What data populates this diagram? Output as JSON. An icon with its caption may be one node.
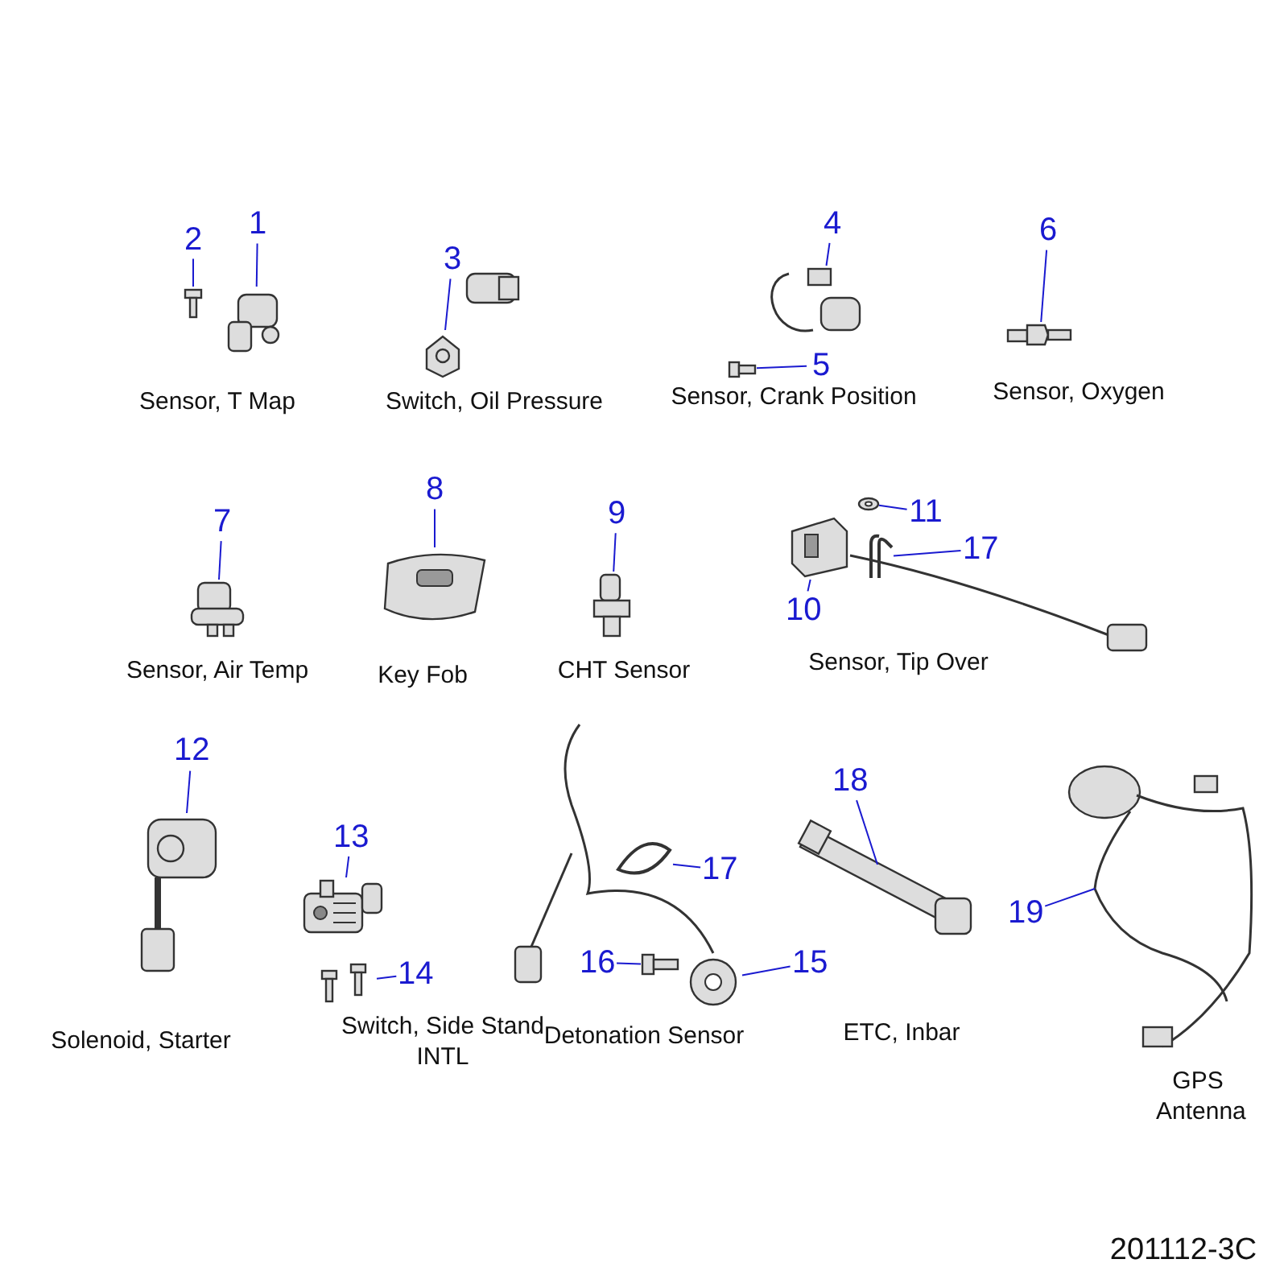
{
  "diagram": {
    "nodes": [
      {
        "text": [
          "2"
        ]
      },
      {
        "text": [],
        "shape": "picture"
      },
      {
        "text": [
          "1"
        ]
      },
      {
        "text": [],
        "shape": "picture"
      },
      {
        "text": [
          "3"
        ]
      },
      {
        "text": [],
        "shape": "picture"
      },
      {
        "text": [
          "4"
        ]
      },
      {
        "text": [],
        "shape": "picture"
      },
      {
        "text": [
          "5"
        ]
      },
      {
        "text": [],
        "shape": "picture"
      },
      {
        "text": [
          "6"
        ]
      },
      {
        "text": [],
        "shape": "picture"
      },
      {
        "text": [
          "7"
        ]
      },
      {
        "text": [],
        "shape": "picture"
      },
      {
        "text": [
          "8"
        ]
      },
      {
        "text": [],
        "shape": "picture"
      },
      {
        "text": [
          "9"
        ]
      },
      {
        "text": [],
        "shape": "picture"
      },
      {
        "text": [
          "11"
        ]
      },
      {
        "text": [],
        "shape": "picture"
      },
      {
        "text": [
          "17"
        ]
      },
      {
        "text": [],
        "shape": "picture"
      },
      {
        "text": [
          "10"
        ]
      },
      {
        "text": [],
        "shape": "picture"
      },
      {
        "text": [
          "12"
        ]
      },
      {
        "text": [],
        "shape": "picture"
      },
      {
        "text": [
          "13"
        ]
      },
      {
        "text": [],
        "shape": "picture"
      },
      {
        "text": [
          "14"
        ]
      },
      {
        "text": [],
        "shape": "picture"
      },
      {
        "text": [
          "17"
        ]
      },
      {
        "text": [],
        "shape": "picture"
      },
      {
        "text": [
          "16"
        ]
      },
      {
        "text": [],
        "shape": "picture"
      },
      {
        "text": [
          "15"
        ]
      },
      {
        "text": [],
        "shape": "picture"
      },
      {
        "text": [
          "18"
        ]
      },
      {
        "text": [],
        "shape": "picture"
      },
      {
        "text": [
          "19"
        ]
      },
      {
        "text": [],
        "shape": "picture"
      }
    ],
    "edges": [
      {
        "from": 0,
        "to": 1,
        "arrow": "none"
      },
      {
        "from": 2,
        "to": 3,
        "arrow": "none"
      },
      {
        "from": 4,
        "to": 5,
        "arrow": "none"
      },
      {
        "from": 6,
        "to": 7,
        "arrow": "none"
      },
      {
        "from": 8,
        "to": 9,
        "arrow": "none"
      },
      {
        "from": 10,
        "to": 11,
        "arrow": "none"
      },
      {
        "from": 12,
        "to": 13,
        "arrow": "none"
      },
      {
        "from": 14,
        "to": 15,
        "arrow": "none"
      },
      {
        "from": 16,
        "to": 17,
        "arrow": "none"
      },
      {
        "from": 18,
        "to": 19,
        "arrow": "none"
      },
      {
        "from": 20,
        "to": 21,
        "arrow": "none"
      },
      {
        "from": 22,
        "to": 23,
        "arrow": "none"
      },
      {
        "from": 24,
        "to": 25,
        "arrow": "none"
      },
      {
        "from": 26,
        "to": 27,
        "arrow": "none"
      },
      {
        "from": 28,
        "to": 29,
        "arrow": "none"
      },
      {
        "from": 30,
        "to": 31,
        "arrow": "none"
      },
      {
        "from": 32,
        "to": 33,
        "arrow": "none"
      },
      {
        "from": 34,
        "to": 35,
        "arrow": "none"
      },
      {
        "from": 36,
        "to": 37,
        "arrow": "none"
      },
      {
        "from": 38,
        "to": 39,
        "arrow": "none"
      }
    ],
    "labels": [
      "Sensor, T Map",
      "Switch, Oil Pressure",
      "Sensor, Crank Position",
      "Sensor, Oxygen",
      "Sensor, Air Temp",
      "Key Fob",
      "CHT Sensor",
      "Sensor, Tip Over",
      "Solenoid, Starter",
      "Switch, Side Stand INTL",
      "Detonation Sensor",
      "ETC, Inbar",
      "GPS Antenna",
      "201112-3C"
    ]
  }
}
